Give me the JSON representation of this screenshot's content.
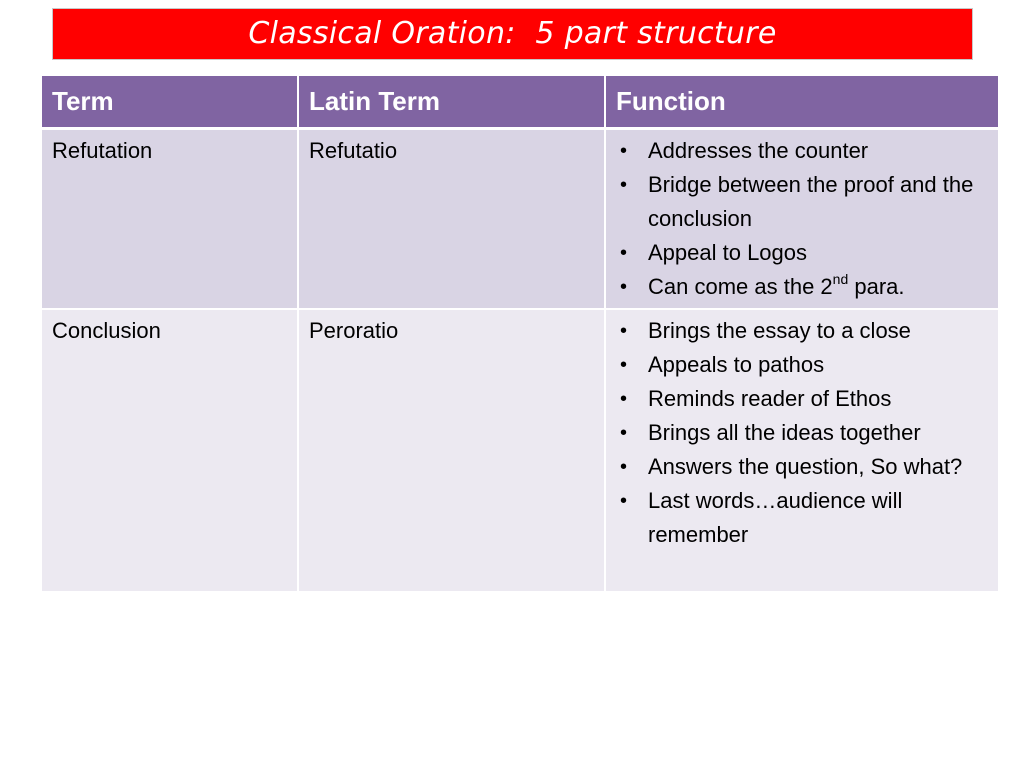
{
  "slide": {
    "title": "Classical Oration:  5 part structure",
    "colors": {
      "title_background": "#ff0000",
      "header_background": "#8064a2",
      "row_odd": "#d9d4e4",
      "row_even": "#ece9f1"
    }
  },
  "table": {
    "headers": [
      "Term",
      "Latin Term",
      "Function"
    ],
    "rows": [
      {
        "term": "Refutation",
        "latin": "Refutatio",
        "functions": [
          "Addresses the counter",
          "Bridge between the proof and the conclusion",
          "Appeal to Logos"
        ],
        "last_function": {
          "before": "Can come as the 2",
          "superscript": "nd",
          "after": " para."
        }
      },
      {
        "term": "Conclusion",
        "latin": "Peroratio",
        "functions": [
          "Brings the essay to a close",
          "Appeals to pathos",
          "Reminds reader of Ethos",
          "Brings all the ideas together",
          "Answers the question, So what?",
          "Last words…audience will remember"
        ]
      }
    ],
    "bullet_glyph": "•"
  }
}
